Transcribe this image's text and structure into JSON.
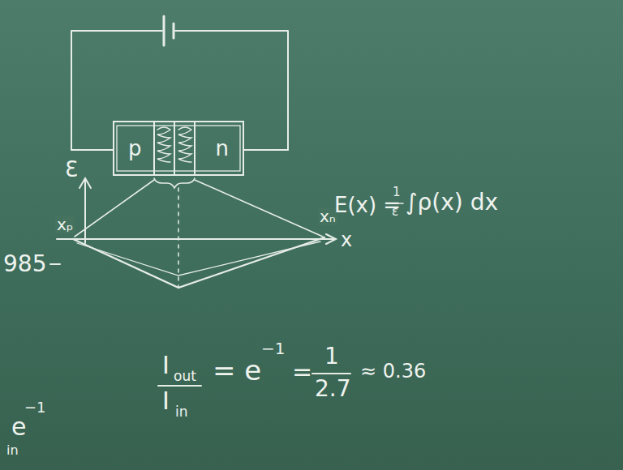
{
  "diagram": {
    "nodes": [
      {
        "text": [
          "p",
          "n"
        ]
      }
    ],
    "labels": [
      "Ɛ",
      "xₚ",
      "xₙ",
      "x",
      "985",
      "E(x) =",
      "1",
      "ε",
      "∫ρ(x) dx",
      "I",
      "out",
      "I",
      "in",
      "= e",
      "−1",
      "=",
      "1",
      "2.7",
      "≈ 0.36",
      "e",
      "−1",
      "in"
    ]
  }
}
